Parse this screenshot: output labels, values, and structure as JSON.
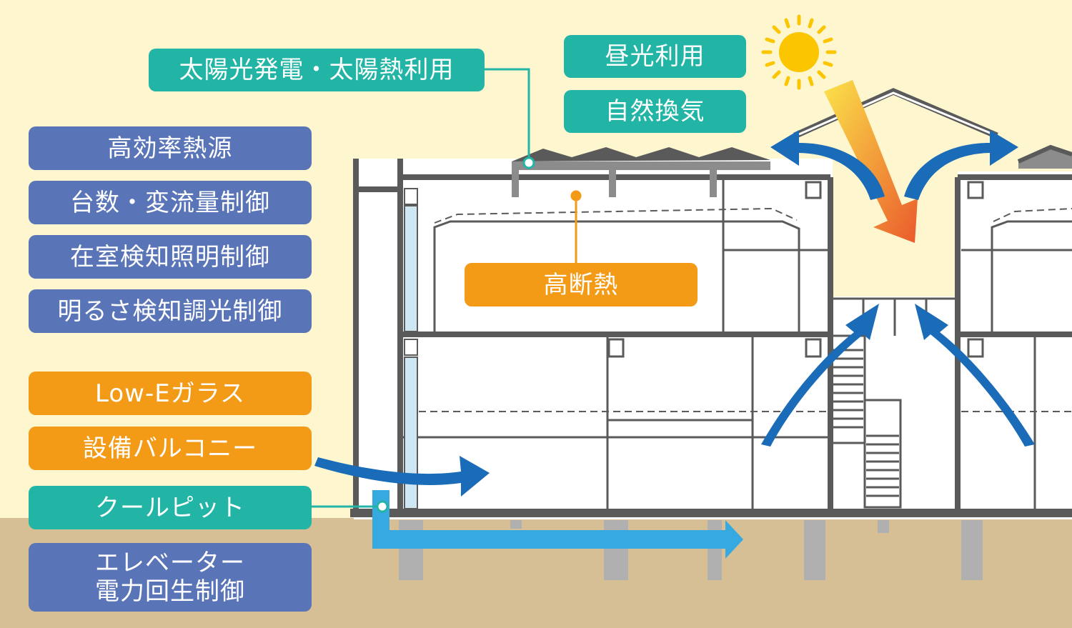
{
  "colors": {
    "sky": "#fdf6cf",
    "ground": "#d6bf94",
    "building_line": "#5a5a5a",
    "label_blue": "#5a74b8",
    "label_orange": "#f39a17",
    "label_teal": "#22b4a5",
    "airflow_arrow": "#1a6bb8",
    "cool_pit": "#36a9e1",
    "sun": "#fbc500",
    "sunlight_arrow": "#f08030"
  },
  "labels": {
    "solar": "太陽光発電・太陽熱利用",
    "daylight": "昼光利用",
    "natural_vent": "自然換気",
    "heat_source": "高効率熱源",
    "unit_control": "台数・変流量制御",
    "occupancy_lighting": "在室検知照明制御",
    "daylight_dimming": "明るさ検知調光制御",
    "high_insulation": "高断熱",
    "low_e": "Low-Eガラス",
    "balcony": "設備バルコニー",
    "cool_pit": "クールピット",
    "elevator": "エレベーター\n電力回生制御"
  },
  "icons": [
    "sun-icon",
    "sunlight-arrow-icon",
    "airflow-arrow-icon",
    "cool-air-arrow-icon"
  ]
}
